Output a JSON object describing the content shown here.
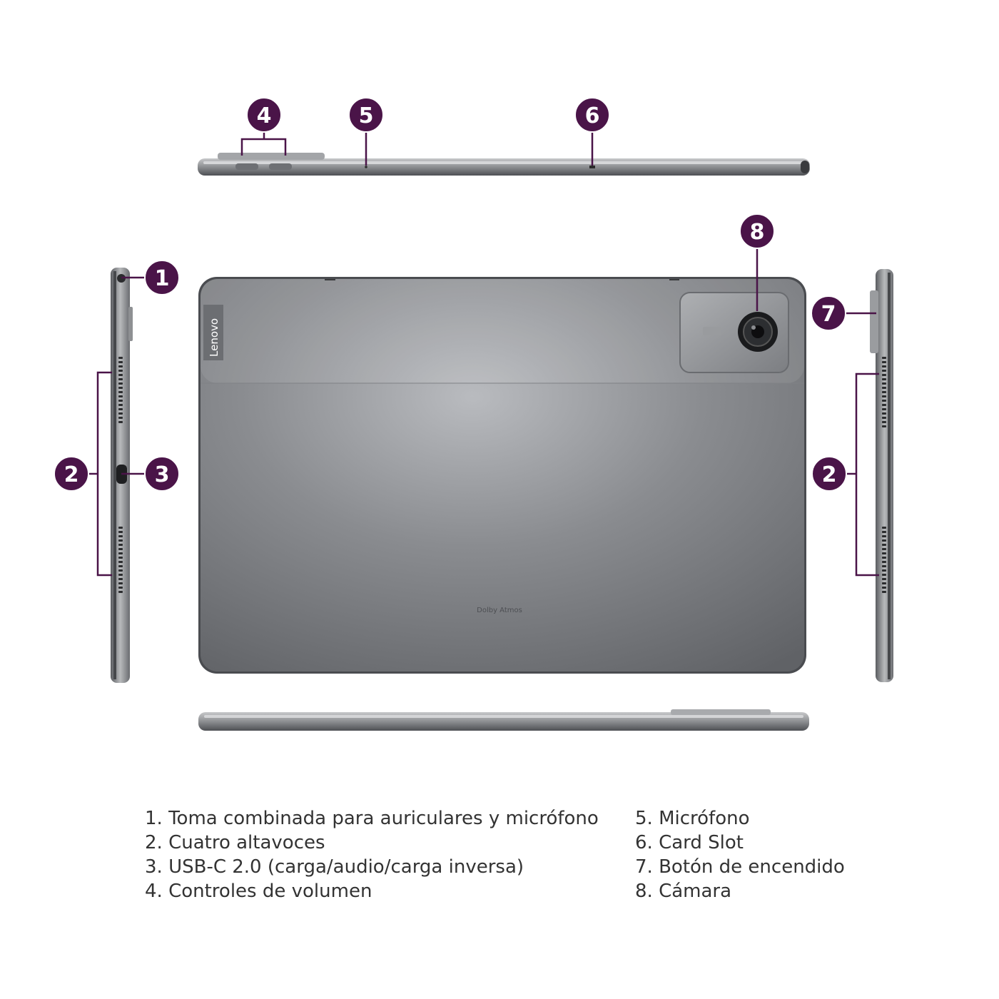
{
  "brand_logo": "Lenovo",
  "dolby_badge": "Dolby Atmos",
  "callout_color": "#4a1448",
  "callouts": {
    "c1": "1",
    "c2a": "2",
    "c2b": "2",
    "c3": "3",
    "c4": "4",
    "c5": "5",
    "c6": "6",
    "c7": "7",
    "c8": "8"
  },
  "legend": {
    "left": [
      "1.  Toma combinada para auriculares y micrófono",
      "2. Cuatro altavoces",
      "3. USB-C 2.0 (carga/audio/carga inversa)",
      "4. Controles de volumen"
    ],
    "right": [
      "5. Micrófono",
      "6. Card Slot",
      "7. Botón de encendido",
      "8. Cámara"
    ]
  }
}
